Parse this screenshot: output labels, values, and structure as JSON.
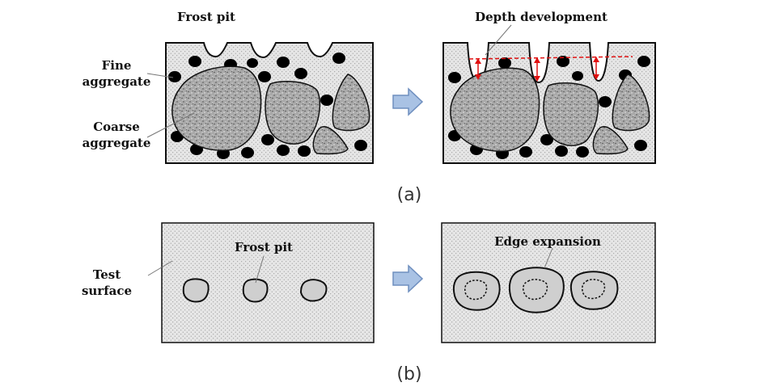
{
  "colors": {
    "matrix_fill": "#e6e6e6",
    "stipple": "#8a8a8a",
    "outline": "#111111",
    "coarse_fill": "#a9a9a9",
    "pit_fill": "#cfcfcf",
    "fine_fill": "#000000",
    "arrow_fill": "#a9c2e4",
    "arrow_stroke": "#6f8fbf",
    "depth_marker": "#e01010"
  },
  "panel_a": {
    "caption": "(a)",
    "left": {
      "frost_pit_label": "Frost pit",
      "fine_aggregate_label": [
        "Fine",
        "aggregate"
      ],
      "coarse_aggregate_label": [
        "Coarse",
        "aggregate"
      ]
    },
    "right": {
      "depth_label": "Depth development"
    }
  },
  "panel_b": {
    "caption": "(b)",
    "left": {
      "frost_pit_label": "Frost pit",
      "test_surface_label": [
        "Test",
        "surface"
      ]
    },
    "right": {
      "edge_label": "Edge expansion"
    }
  },
  "icons": {
    "transition_arrow": "right-arrow-icon"
  }
}
